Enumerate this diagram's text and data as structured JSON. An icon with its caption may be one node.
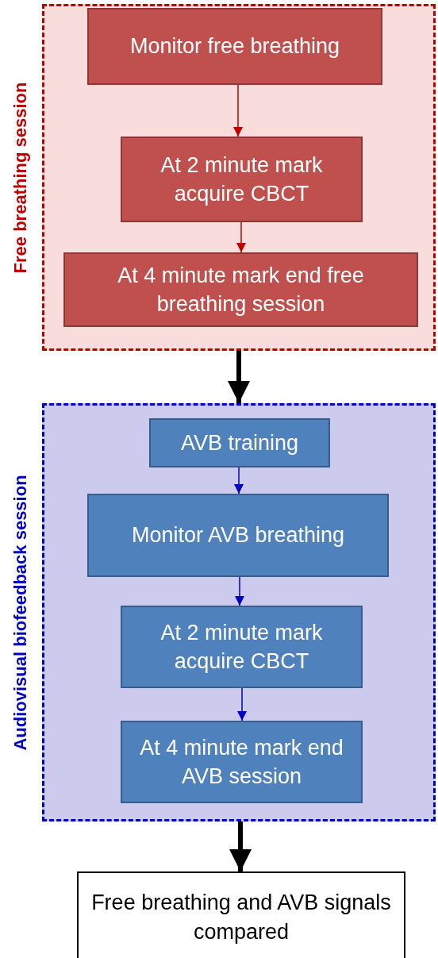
{
  "diagram": {
    "nodes": [
      {
        "text": [
          "Free breathing session"
        ]
      },
      {
        "text": [
          "Monitor free breathing"
        ],
        "in": 0
      },
      {
        "text": [
          "At 2 minute mark acquire CBCT"
        ],
        "in": 0
      },
      {
        "text": [
          "At 4 minute mark end free breathing session"
        ],
        "in": 0
      },
      {
        "text": [
          "Audiovisual biofeedback session"
        ]
      },
      {
        "text": [
          "AVB training"
        ],
        "in": 4
      },
      {
        "text": [
          "Monitor AVB breathing"
        ],
        "in": 4
      },
      {
        "text": [
          "At 2 minute mark acquire CBCT"
        ],
        "in": 4
      },
      {
        "text": [
          "At 4 minute mark end AVB session"
        ],
        "in": 4
      },
      {
        "text": [
          "Free breathing and AVB signals compared"
        ]
      }
    ],
    "edges": [
      {
        "from": 1,
        "to": 2,
        "arrow": "to",
        "color": "#c00000"
      },
      {
        "from": 2,
        "to": 3,
        "arrow": "to",
        "color": "#c00000"
      },
      {
        "from": 0,
        "to": 4,
        "arrow": "to",
        "style": "thick",
        "color": "#000000"
      },
      {
        "from": 5,
        "to": 6,
        "arrow": "to",
        "color": "#0000c0"
      },
      {
        "from": 6,
        "to": 7,
        "arrow": "to",
        "color": "#0000c0"
      },
      {
        "from": 7,
        "to": 8,
        "arrow": "to",
        "color": "#0000c0"
      },
      {
        "from": 4,
        "to": 9,
        "arrow": "to",
        "style": "thick",
        "color": "#000000"
      }
    ]
  }
}
